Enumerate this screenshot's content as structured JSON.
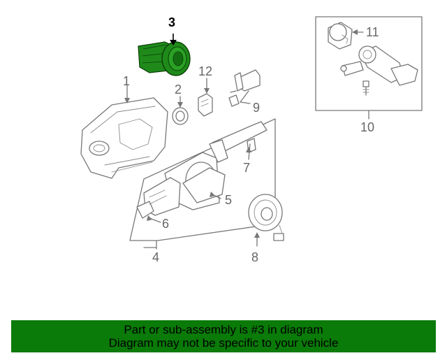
{
  "diagram": {
    "callouts": [
      {
        "id": "1",
        "label": "1"
      },
      {
        "id": "2",
        "label": "2"
      },
      {
        "id": "3",
        "label": "3"
      },
      {
        "id": "4",
        "label": "4"
      },
      {
        "id": "5",
        "label": "5"
      },
      {
        "id": "6",
        "label": "6"
      },
      {
        "id": "7",
        "label": "7"
      },
      {
        "id": "8",
        "label": "8"
      },
      {
        "id": "9",
        "label": "9"
      },
      {
        "id": "10",
        "label": "10"
      },
      {
        "id": "11",
        "label": "11"
      },
      {
        "id": "12",
        "label": "12"
      }
    ],
    "highlighted_part": "3",
    "colors": {
      "highlight_fill": "#1f8a1a",
      "line": "#777777",
      "banner": "#0a7a08"
    }
  },
  "banner": {
    "line1": "Part or sub-assembly is #3 in diagram",
    "line2": "Diagram may not be specific to your vehicle"
  }
}
